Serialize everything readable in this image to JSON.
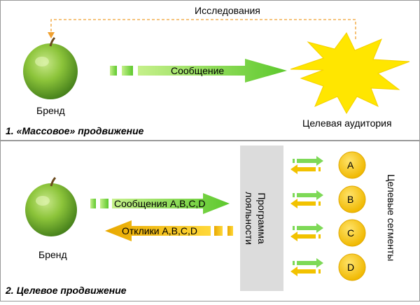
{
  "section1": {
    "caption": "1. «Массовое» продвижение",
    "brand_label": "Бренд",
    "message_label": "Сообщение",
    "research_label": "Исследования",
    "audience_label": "Целевая аудитория"
  },
  "section2": {
    "caption": "2. Целевое продвижение",
    "brand_label": "Бренд",
    "messages_label": "Сообщения A,B,C,D",
    "responses_label": "Отклики A,B,C,D",
    "loyalty_label_line1": "Программа",
    "loyalty_label_line2": "лояльности",
    "segments_label": "Целевые сегменты",
    "segments": [
      "A",
      "B",
      "C",
      "D"
    ]
  },
  "colors": {
    "arrow_green": "#7ED957",
    "arrow_yellow": "#F2C200",
    "star_yellow": "#FFE600",
    "research_line": "#F0A030",
    "loyalty_box": "#DCDCDC",
    "segment_fill": "#F7C600"
  }
}
